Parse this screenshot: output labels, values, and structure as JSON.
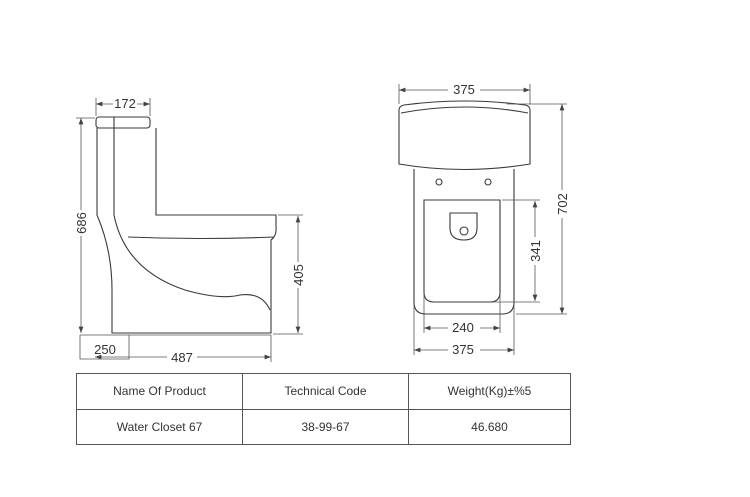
{
  "side_view": {
    "dimensions": {
      "tank_width": "172",
      "total_height": "686",
      "seat_height": "405",
      "outlet_distance": "250",
      "total_depth": "487"
    }
  },
  "front_view": {
    "dimensions": {
      "tank_width": "375",
      "total_depth": "702",
      "bowl_length": "341",
      "bowl_width": "240",
      "base_width": "375"
    }
  },
  "spec_table": {
    "headers": [
      "Name Of Product",
      "Technical Code",
      "Weight(Kg)±%5"
    ],
    "rows": [
      [
        "Water Closet 67",
        "38-99-67",
        "46.680"
      ]
    ]
  }
}
